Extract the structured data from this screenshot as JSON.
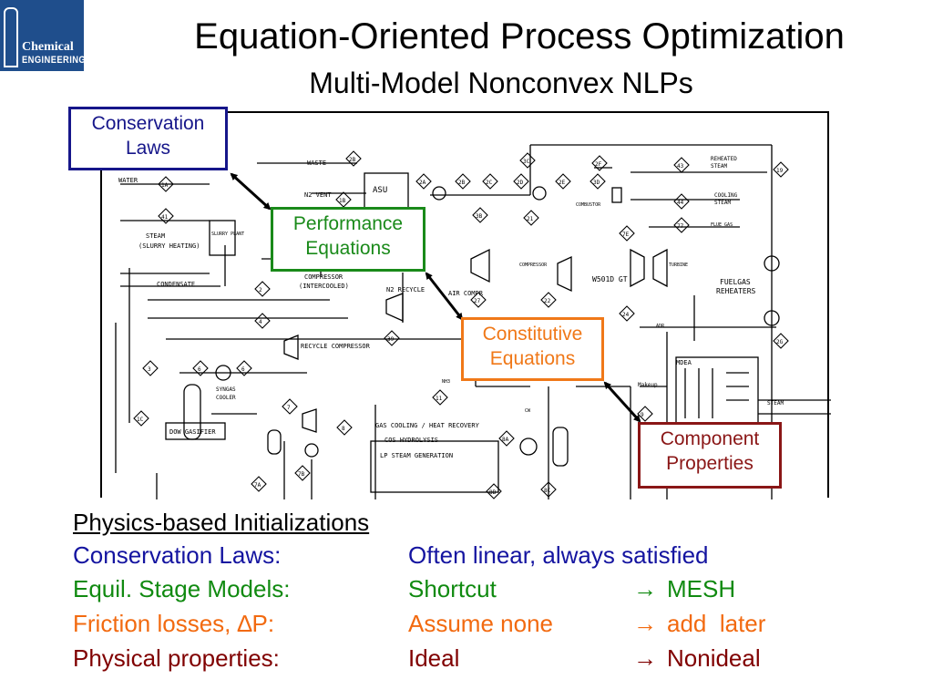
{
  "logo": {
    "line1": "Chemical",
    "line2": "ENGINEERING"
  },
  "title": "Equation-Oriented Process Optimization",
  "subtitle": "Multi-Model Nonconvex NLPs",
  "callouts": {
    "conservation": [
      "Conservation",
      "Laws"
    ],
    "performance": [
      "Performance",
      "Equations"
    ],
    "constitutive": [
      "Constitutive",
      "Equations"
    ],
    "component": [
      "Component",
      "Properties"
    ]
  },
  "diagram": {
    "blocks": {
      "asu": "ASU",
      "slurry": "SLURRY PLANT",
      "recycle_comp": "RECYCLE COMPRESSOR",
      "gas_cooling": [
        "GAS COOLING / HEAT RECOVERY",
        "COS HYDROLYSIS",
        "LP STEAM GENERATION"
      ],
      "gasifier": "DOW GASIFIER",
      "mdea": "MDEA",
      "gt": "W501D GT",
      "n2_recycle": "N2 RECYCLE",
      "air_compr": "AIR COMPR"
    },
    "labels": {
      "waste": "WASTE",
      "water": "WATER",
      "steam": "STEAM",
      "slurry_heating": "(SLURRY HEATING)",
      "condensate": "CONDENSATE",
      "n2_vent": "N2 VENT",
      "compressor_intercooled": [
        "COMPRESSOR",
        "(INTERCOOLED)"
      ],
      "reheated_steam": [
        "REHEATED",
        "STEAM"
      ],
      "cooling_steam": [
        "COOLING",
        "STEAM"
      ],
      "flue_gas": "FLUE GAS",
      "fuelgas_reheaters": [
        "FUELGAS",
        "REHEATERS"
      ],
      "syngas_cooler": [
        "SYNGAS",
        "COOLER"
      ],
      "compressor": "COMPRESSOR",
      "combustor": "COMBUSTOR",
      "turbine": "TURBINE",
      "makeup": "Makeup",
      "adr": "ADR",
      "cw": "CW",
      "nh3": "NH3"
    },
    "stream_tags": [
      "2B",
      "1A",
      "41",
      "2",
      "4",
      "1B",
      "6",
      "6",
      "1C",
      "3",
      "7",
      "7B",
      "7A",
      "8",
      "11",
      "8A",
      "8B",
      "8C",
      "2A",
      "2B",
      "2C",
      "2D",
      "2E",
      "3B",
      "3C",
      "21",
      "2F",
      "3D",
      "43",
      "44",
      "77",
      "7E",
      "19",
      "2G",
      "27",
      "22",
      "24",
      "39",
      "9",
      "8"
    ]
  },
  "initializations": {
    "heading": "Physics-based Initializations",
    "rows": [
      {
        "label": "Conservation Laws:",
        "value": "Often linear, always satisfied",
        "color": "#1414a0"
      },
      {
        "label": "Equil. Stage Models:",
        "value": "Shortcut",
        "arrow": "→",
        "target": "MESH",
        "color": "#108a10"
      },
      {
        "label": "Friction losses, ∆P:",
        "value": "Assume none",
        "arrow": "→",
        "target": "add  later",
        "color": "#f26a10"
      },
      {
        "label": "Physical properties:",
        "value": "Ideal",
        "arrow": "→",
        "target": "Nonideal",
        "color": "#800000"
      }
    ]
  }
}
